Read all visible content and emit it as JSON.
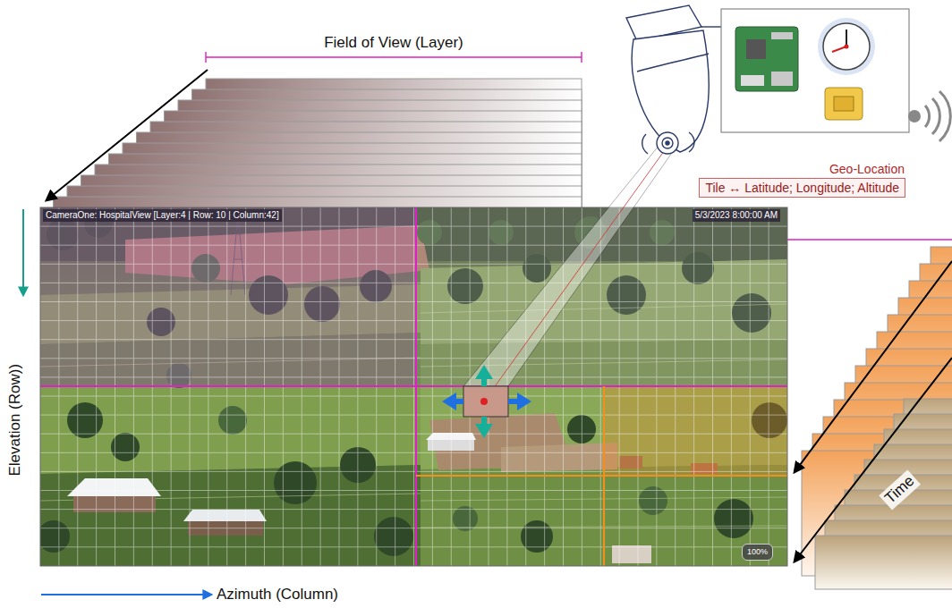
{
  "diagram": {
    "nodes": [
      {
        "text": [
          "Geo-Location",
          "Tile ↔ Latitude; Longitude; Altitude"
        ]
      },
      {
        "text": [
          "100%"
        ]
      }
    ],
    "labels": [
      "Field of View (Layer)",
      "CameraOne: HospitalView [Layer:4 | Row: 10 | Column:42]",
      "5/3/2023 8:00:00 AM",
      "Elevation (Row))",
      "Azimuth (Column)",
      "Time"
    ]
  }
}
